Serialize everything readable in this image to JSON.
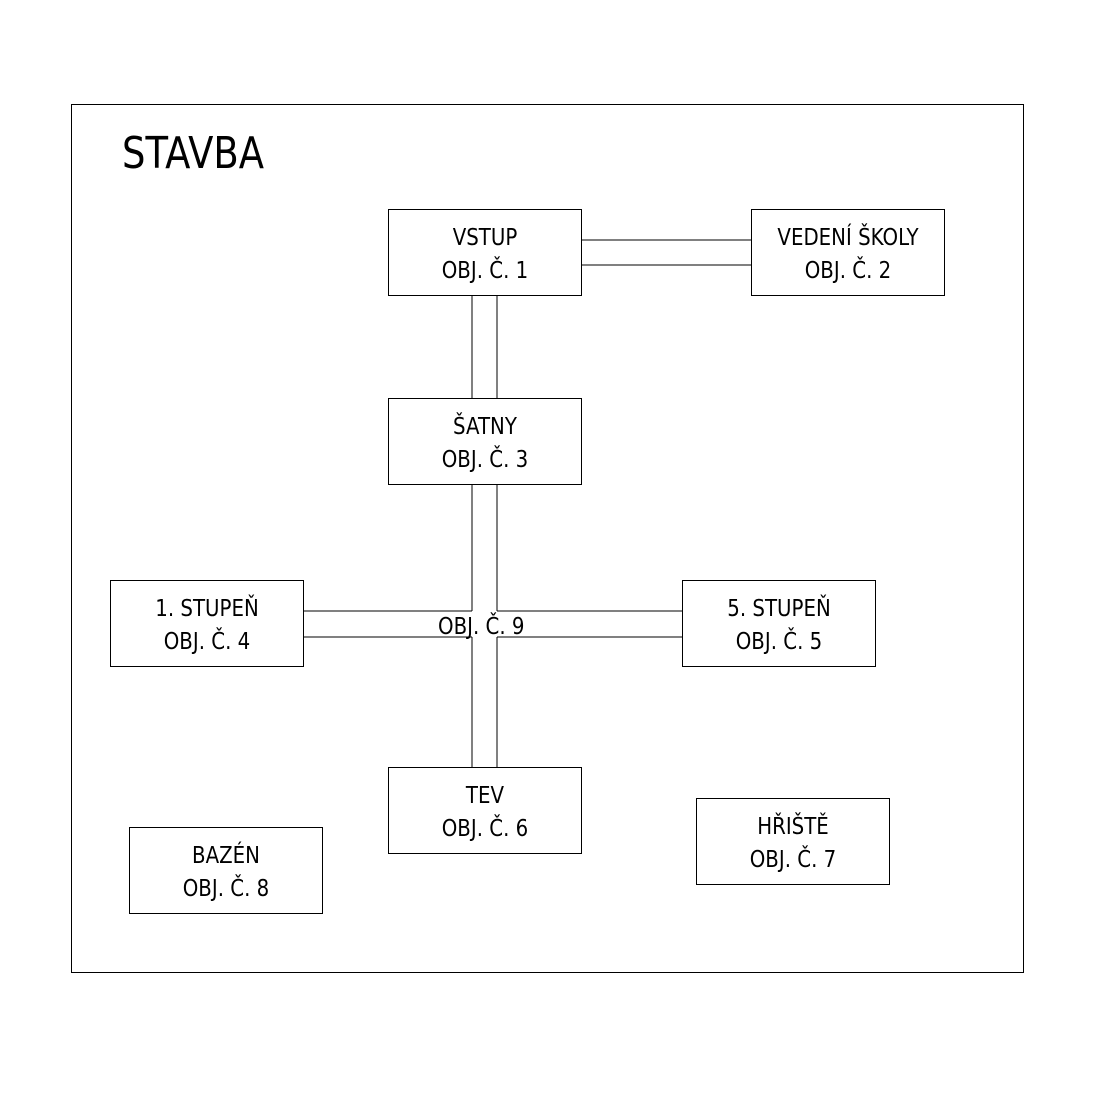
{
  "title": "STAVBA",
  "buildings": [
    {
      "id": "obj1",
      "name": "VSTUP",
      "number": "OBJ. Č. 1"
    },
    {
      "id": "obj2",
      "name": "VEDENÍ ŠKOLY",
      "number": "OBJ. Č. 2"
    },
    {
      "id": "obj3",
      "name": "ŠATNY",
      "number": "OBJ. Č. 3"
    },
    {
      "id": "obj4",
      "name": "1. STUPEŇ",
      "number": "OBJ. Č. 4"
    },
    {
      "id": "obj5",
      "name": "5. STUPEŇ",
      "number": "OBJ. Č. 5"
    },
    {
      "id": "obj6",
      "name": "TEV",
      "number": "OBJ. Č. 6"
    },
    {
      "id": "obj7",
      "name": "HŘIŠTĚ",
      "number": "OBJ. Č. 7"
    },
    {
      "id": "obj8",
      "name": "BAZÉN",
      "number": "OBJ. Č. 8"
    }
  ],
  "connector": {
    "label": "OBJ. Č. 9"
  },
  "colors": {
    "line": "#000000",
    "background": "#ffffff"
  }
}
